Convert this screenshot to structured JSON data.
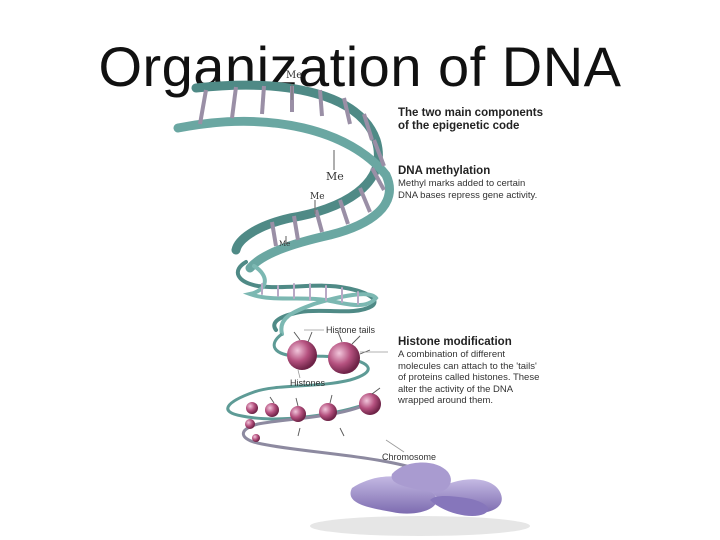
{
  "slide": {
    "title": "Organization of DNA"
  },
  "diagram": {
    "summary": {
      "heading_line1": "The two main components",
      "heading_line2": "of the epigenetic code"
    },
    "methylation": {
      "heading": "DNA methylation",
      "body_line1": "Methyl marks added to certain",
      "body_line2": "DNA bases repress gene activity."
    },
    "histone_modification": {
      "heading": "Histone modification",
      "body_line1": "A combination of different",
      "body_line2": "molecules can attach to the 'tails'",
      "body_line3": "of proteins called histones. These",
      "body_line4": "alter the activity of the DNA",
      "body_line5": "wrapped around them."
    },
    "labels": {
      "histone_tails": "Histone tails",
      "histones": "Histones",
      "chromosome": "Chromosome",
      "methyl_mark": "Me"
    },
    "colors": {
      "dna_strand": "#4f8a86",
      "dna_rung": "#9a8fa6",
      "histone": "#b5517f",
      "chromosome": "#9b8bc8"
    }
  }
}
